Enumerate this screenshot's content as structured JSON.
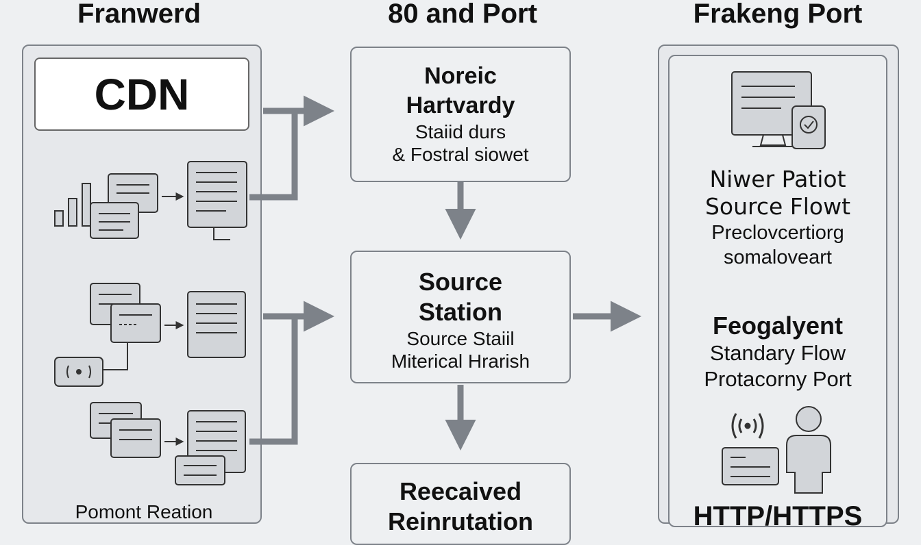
{
  "columns": {
    "left_title": "Franwerd",
    "middle_title": "80 and Port",
    "right_title": "Frakeng Port"
  },
  "left_panel": {
    "cdn_label": "CDN",
    "footer": "Pomont Reation"
  },
  "middle": {
    "box1": {
      "line1": "Noreic",
      "line2": "Hartvardy",
      "line3": "Staiid durs",
      "line4": "& Fostral siowet"
    },
    "box2": {
      "line1": "Source",
      "line2": "Station",
      "line3": "Source Staiil",
      "line4": "Miterical Hrarish"
    },
    "box3": {
      "line1": "Reecaived",
      "line2": "Reinrutation"
    }
  },
  "right_panel": {
    "group1": {
      "line1": "Niwer Patiot",
      "line2": "Source Flowt",
      "line3": "Preclovcertiorg",
      "line4": "somaloveart"
    },
    "group2": {
      "line1": "Feogalyent",
      "line2": "Standary Flow",
      "line3": "Protacorny Port"
    },
    "footer": "HTTP/HTTPS"
  },
  "icons": [
    "bar-chart-icon",
    "document-stack-icon",
    "monitor-document-icon",
    "wifi-tag-icon",
    "monitor-shield-icon",
    "wifi-icon",
    "person-icon",
    "arrow-icon"
  ],
  "colors": {
    "background": "#eef0f2",
    "panel_border": "#7d8289",
    "arrow": "#7d8289",
    "icon_fill": "#d2d5d9"
  }
}
